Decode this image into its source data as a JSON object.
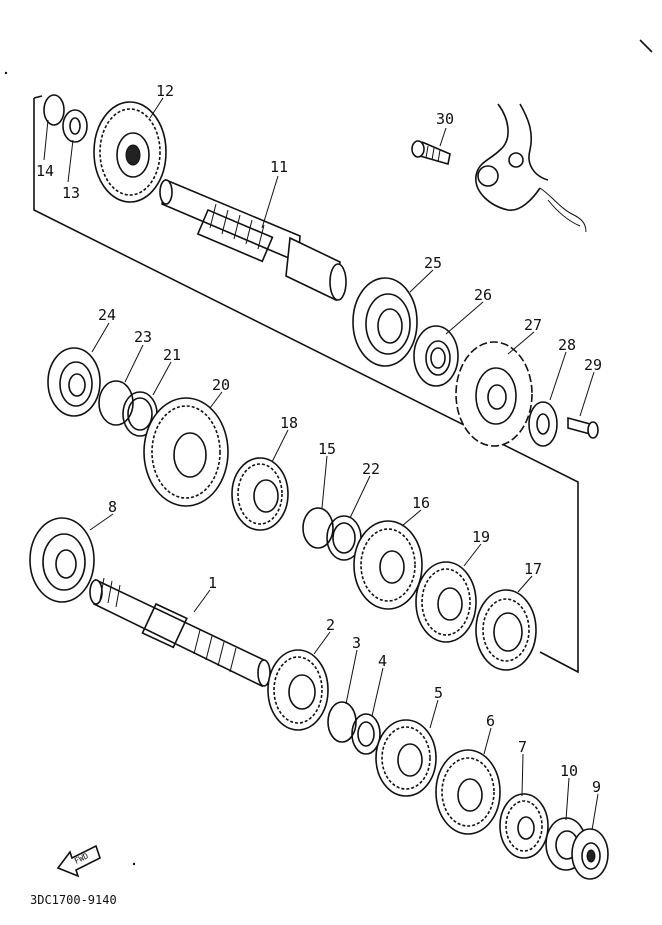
{
  "diagram": {
    "drawing_code": "3DC1700-9140",
    "fwd_label": "FWD",
    "parts": [
      {
        "n": "1"
      },
      {
        "n": "2"
      },
      {
        "n": "3"
      },
      {
        "n": "4"
      },
      {
        "n": "5"
      },
      {
        "n": "6"
      },
      {
        "n": "7"
      },
      {
        "n": "8"
      },
      {
        "n": "9"
      },
      {
        "n": "10"
      },
      {
        "n": "11"
      },
      {
        "n": "12"
      },
      {
        "n": "13"
      },
      {
        "n": "14"
      },
      {
        "n": "15"
      },
      {
        "n": "16"
      },
      {
        "n": "17"
      },
      {
        "n": "18"
      },
      {
        "n": "19"
      },
      {
        "n": "20"
      },
      {
        "n": "21"
      },
      {
        "n": "22"
      },
      {
        "n": "23"
      },
      {
        "n": "24"
      },
      {
        "n": "25"
      },
      {
        "n": "26"
      },
      {
        "n": "27"
      },
      {
        "n": "28"
      },
      {
        "n": "29"
      },
      {
        "n": "30"
      }
    ]
  }
}
